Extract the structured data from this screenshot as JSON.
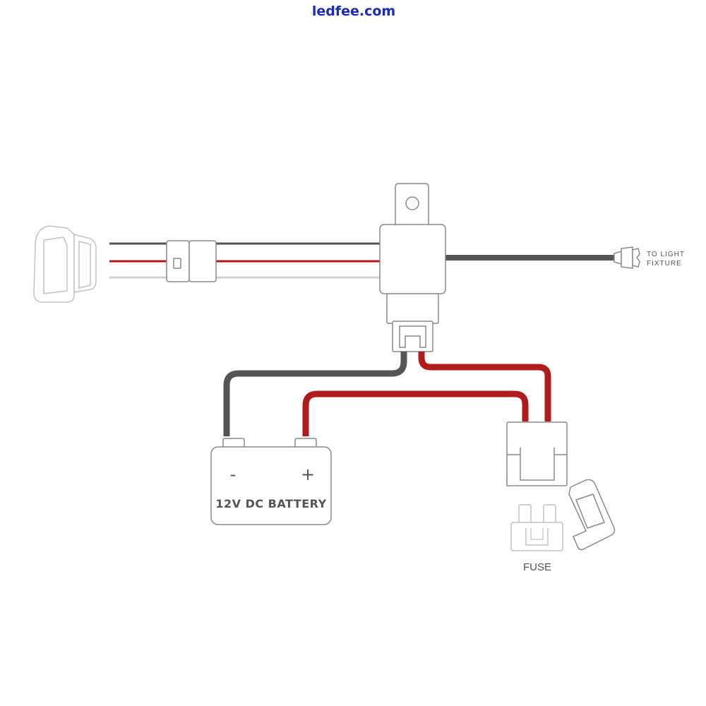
{
  "watermark": "ledfee.com",
  "labels": {
    "to_light_line1": "TO LIGHT",
    "to_light_line2": "FIXTURE",
    "battery_negative": "-",
    "battery_positive": "+",
    "battery": "12V DC BATTERY",
    "fuse": "FUSE"
  },
  "colors": {
    "wire_black": "#555555",
    "wire_red": "#b11b1b",
    "watermark": "#1a2bb8",
    "outline": "#8a8a8a",
    "label_text": "#555555"
  },
  "components": [
    "rocker-switch",
    "connector",
    "relay",
    "light-fixture-terminal",
    "battery",
    "fuse-holder",
    "blade-fuse"
  ]
}
